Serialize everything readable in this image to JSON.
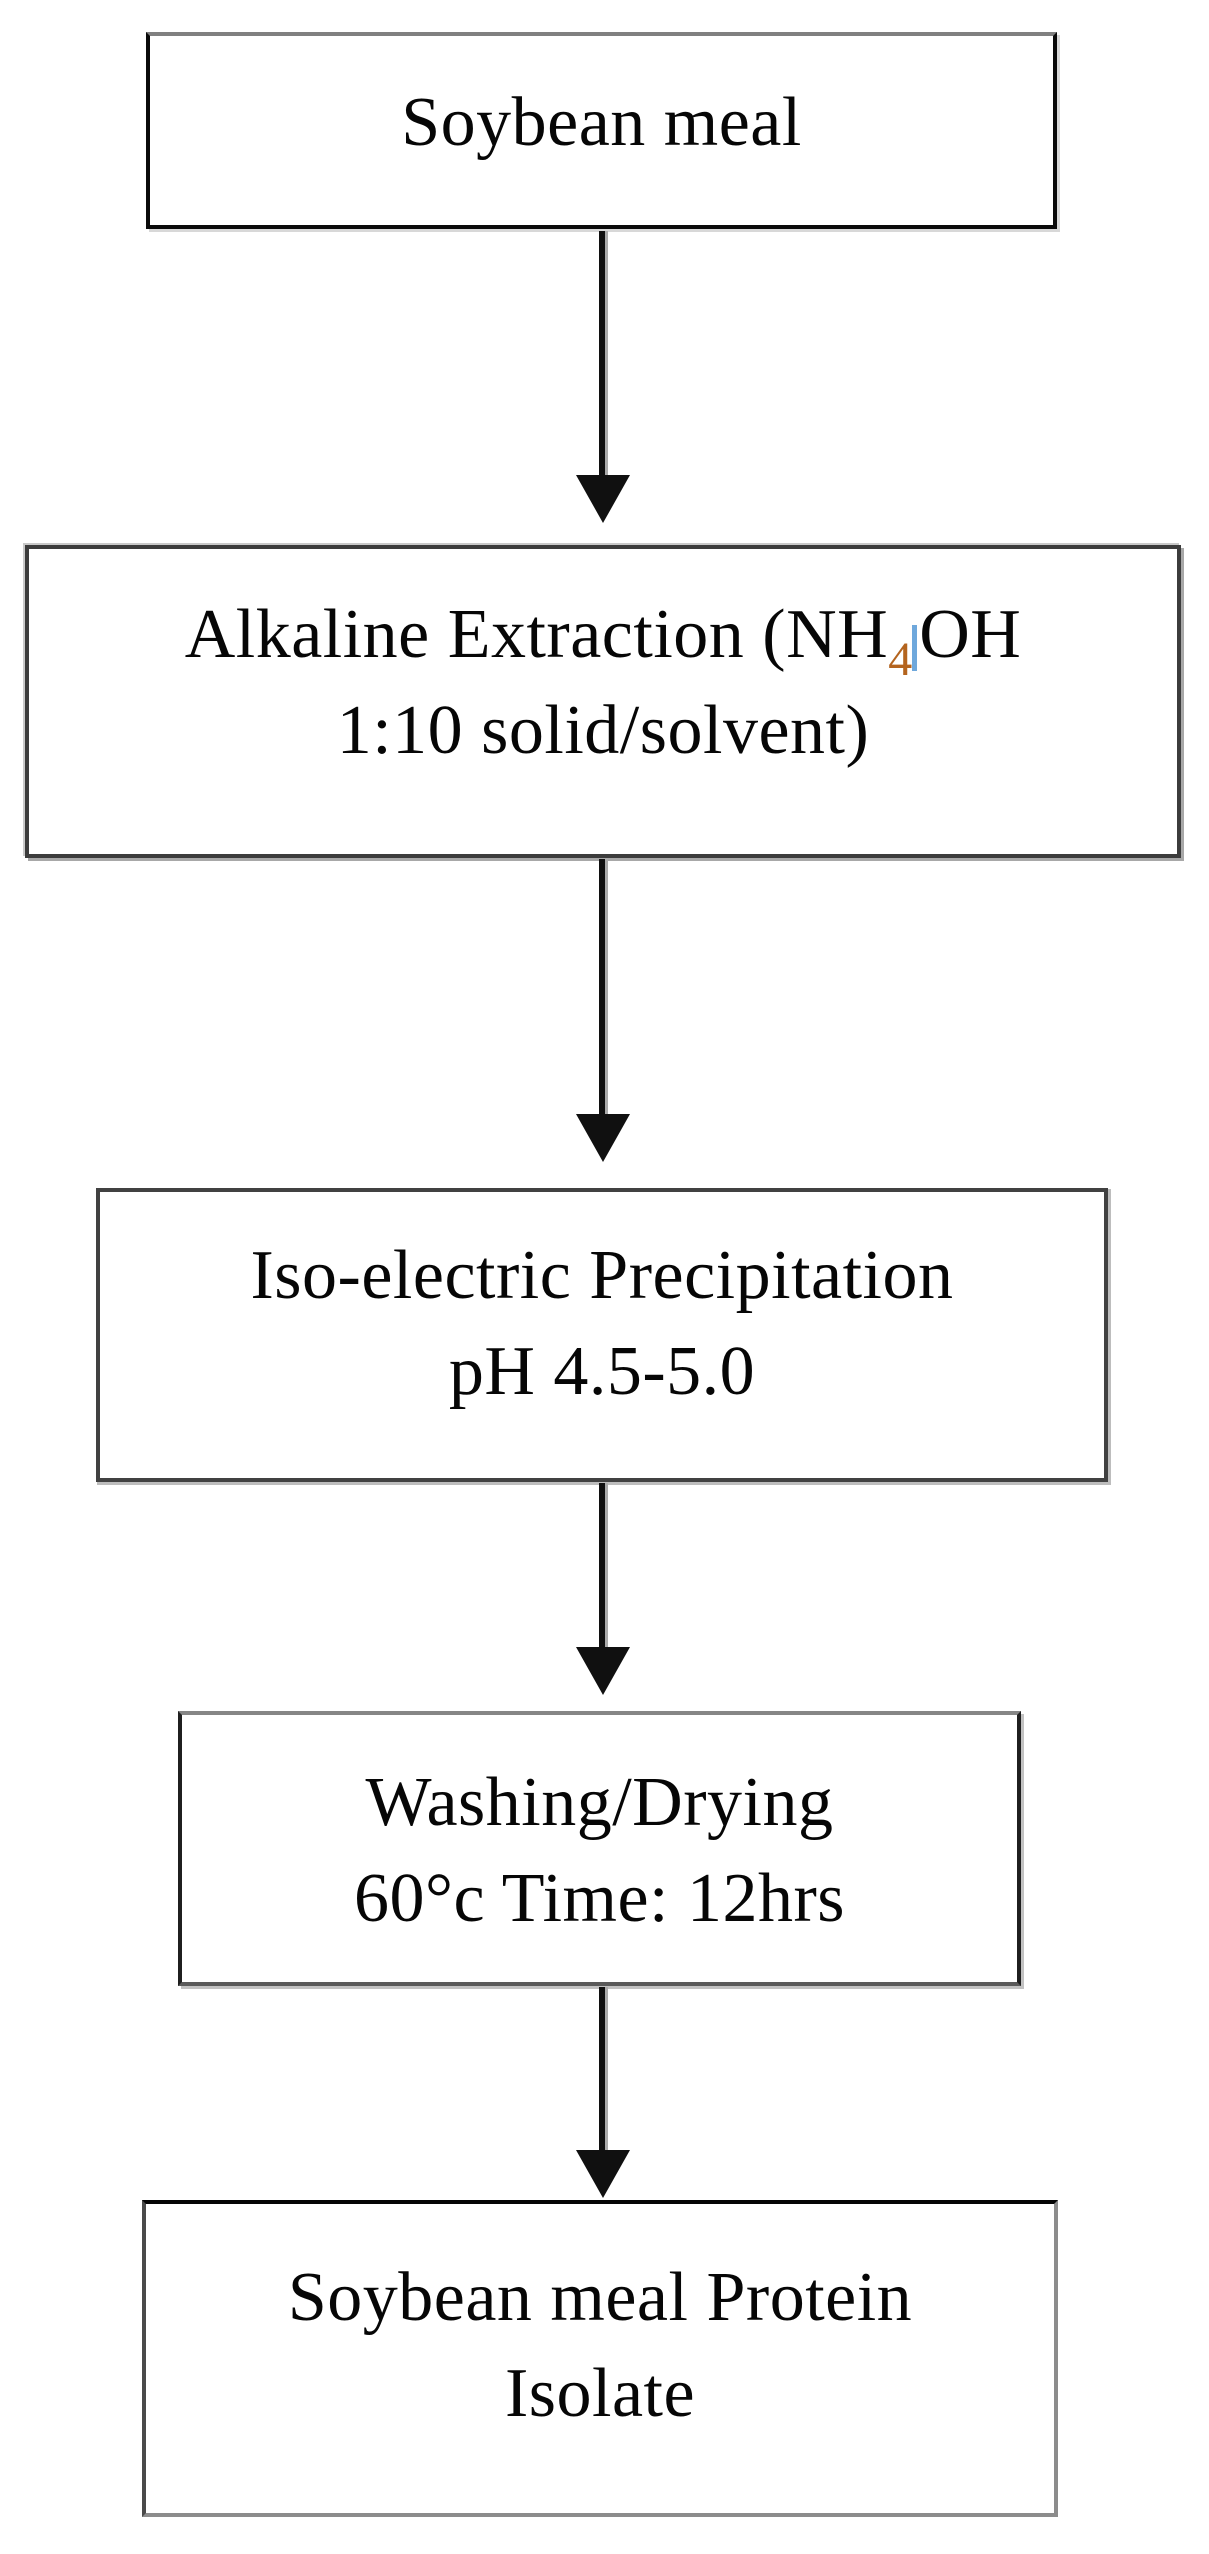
{
  "flowchart": {
    "description": "Process flow diagram for producing soybean meal protein isolate",
    "boxes": [
      {
        "id": "soybean-meal",
        "line1": "Soybean meal"
      },
      {
        "id": "alkaline-extraction",
        "line1_prefix": "Alkaline Extraction (NH",
        "line1_sub": "4",
        "line1_suffix": "OH",
        "line2": "1:10 solid/solvent)"
      },
      {
        "id": "isoelectric-precipitation",
        "line1": "Iso-electric Precipitation",
        "line2": "pH 4.5-5.0"
      },
      {
        "id": "washing-drying",
        "line1": "Washing/Drying",
        "line2": "60°c Time: 12hrs"
      },
      {
        "id": "protein-isolate",
        "line1": "Soybean meal Protein",
        "line2": "Isolate"
      }
    ],
    "arrows": [
      {
        "from": "soybean-meal",
        "to": "alkaline-extraction"
      },
      {
        "from": "alkaline-extraction",
        "to": "isoelectric-precipitation"
      },
      {
        "from": "isoelectric-precipitation",
        "to": "washing-drying"
      },
      {
        "from": "washing-drying",
        "to": "protein-isolate"
      }
    ],
    "colors": {
      "background": "#ffffff",
      "text": "#060606",
      "box_border": "#2f2f2f",
      "arrow": "#101010",
      "subscript": "#b4641e",
      "subscript_accent": "#6fa8dc"
    }
  }
}
